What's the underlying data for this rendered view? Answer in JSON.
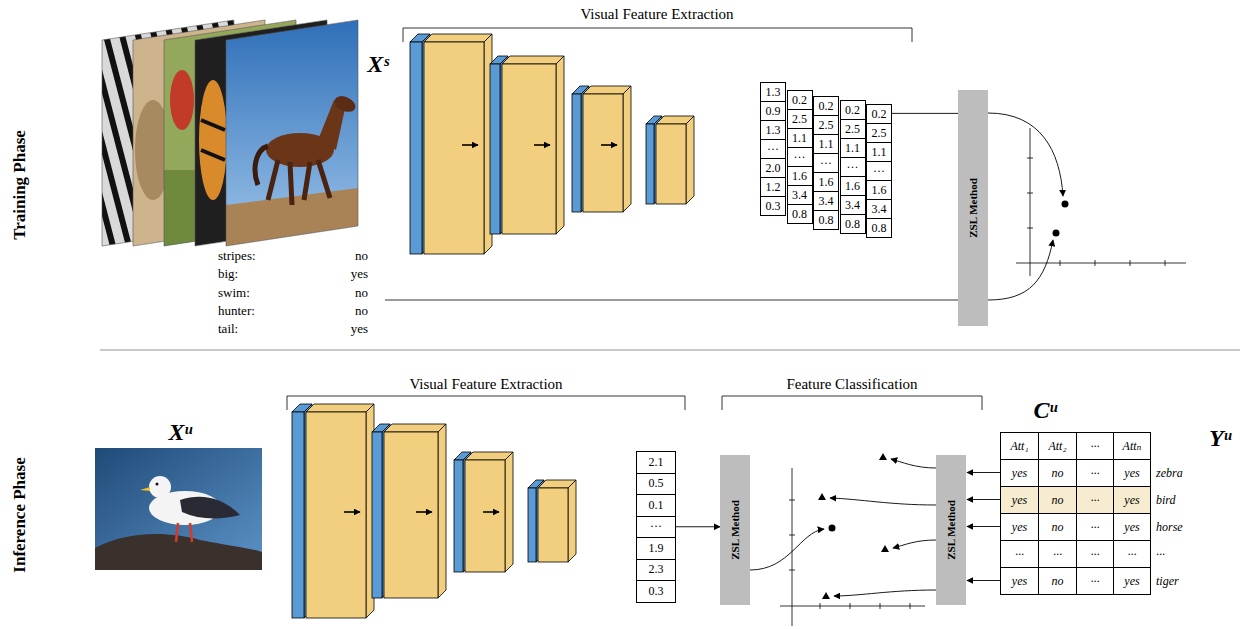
{
  "diagram": {
    "nodes": [
      {
        "text": [
          "1.3",
          "0.9",
          "1.3",
          "···",
          "2.0",
          "1.2",
          "0.3"
        ]
      },
      {
        "text": [
          "0.2",
          "2.5",
          "1.1",
          "···",
          "1.6",
          "3.4",
          "0.8"
        ]
      },
      {
        "text": [
          "0.2",
          "2.5",
          "1.1",
          "···",
          "1.6",
          "3.4",
          "0.8"
        ]
      },
      {
        "text": [
          "0.2",
          "2.5",
          "1.1",
          "···",
          "1.6",
          "3.4",
          "0.8"
        ]
      },
      {
        "text": [
          "0.2",
          "2.5",
          "1.1",
          "···",
          "1.6",
          "3.4",
          "0.8"
        ]
      },
      {
        "text": [
          "ZSL Method"
        ]
      },
      {
        "text": [
          "2.1",
          "0.5",
          "0.1",
          "···",
          "1.9",
          "2.3",
          "0.3"
        ]
      },
      {
        "text": [
          "ZSL Method"
        ]
      },
      {
        "text": [
          "ZSL Method"
        ]
      }
    ],
    "edges": [
      {
        "from": 4,
        "to": 5,
        "arrow": "none"
      },
      {
        "from": 6,
        "to": 7,
        "arrow": "to"
      }
    ],
    "labels": [
      "Training Phase",
      "Inference Phase",
      "Visual Feature Extraction",
      "Xˢ",
      "stripes:",
      "no",
      "big:",
      "yes",
      "swim:",
      "no",
      "hunter:",
      "no",
      "tail:",
      "yes",
      "Visual Feature Extraction",
      "Feature Classification",
      "Xᵘ",
      "Cᵘ",
      "Yᵘ",
      "Att₁",
      "Att₂",
      "···",
      "Attₙ",
      "yes",
      "no",
      "···",
      "yes",
      "zebra",
      "yes",
      "no",
      "···",
      "yes",
      "bird",
      "yes",
      "no",
      "···",
      "yes",
      "horse",
      "···",
      "···",
      "···",
      "···",
      "···",
      "yes",
      "no",
      "···",
      "yes",
      "tiger"
    ]
  }
}
